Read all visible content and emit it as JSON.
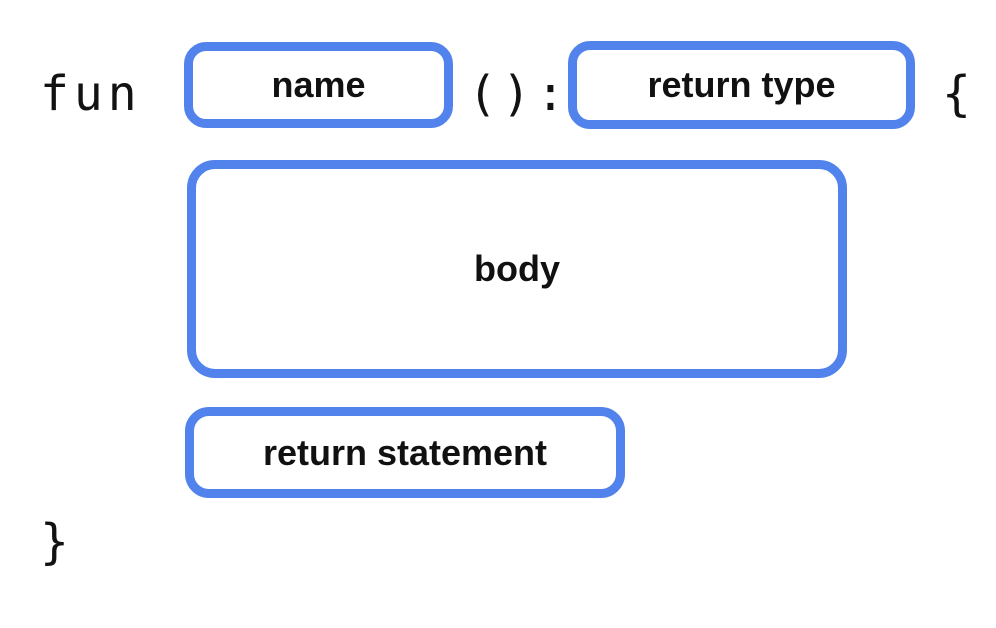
{
  "diagram": {
    "title": "kotlin-function-declaration-syntax",
    "background_color": "#ffffff",
    "accent_color": "#5283EC",
    "text_color": "#111111",
    "tokens": {
      "keyword": "fun",
      "parentheses": "()",
      "colon": ":",
      "open_brace": "{",
      "close_brace": "}"
    },
    "slots": {
      "name": "name",
      "return_type": "return type",
      "body": "body",
      "return_statement": "return statement"
    }
  }
}
